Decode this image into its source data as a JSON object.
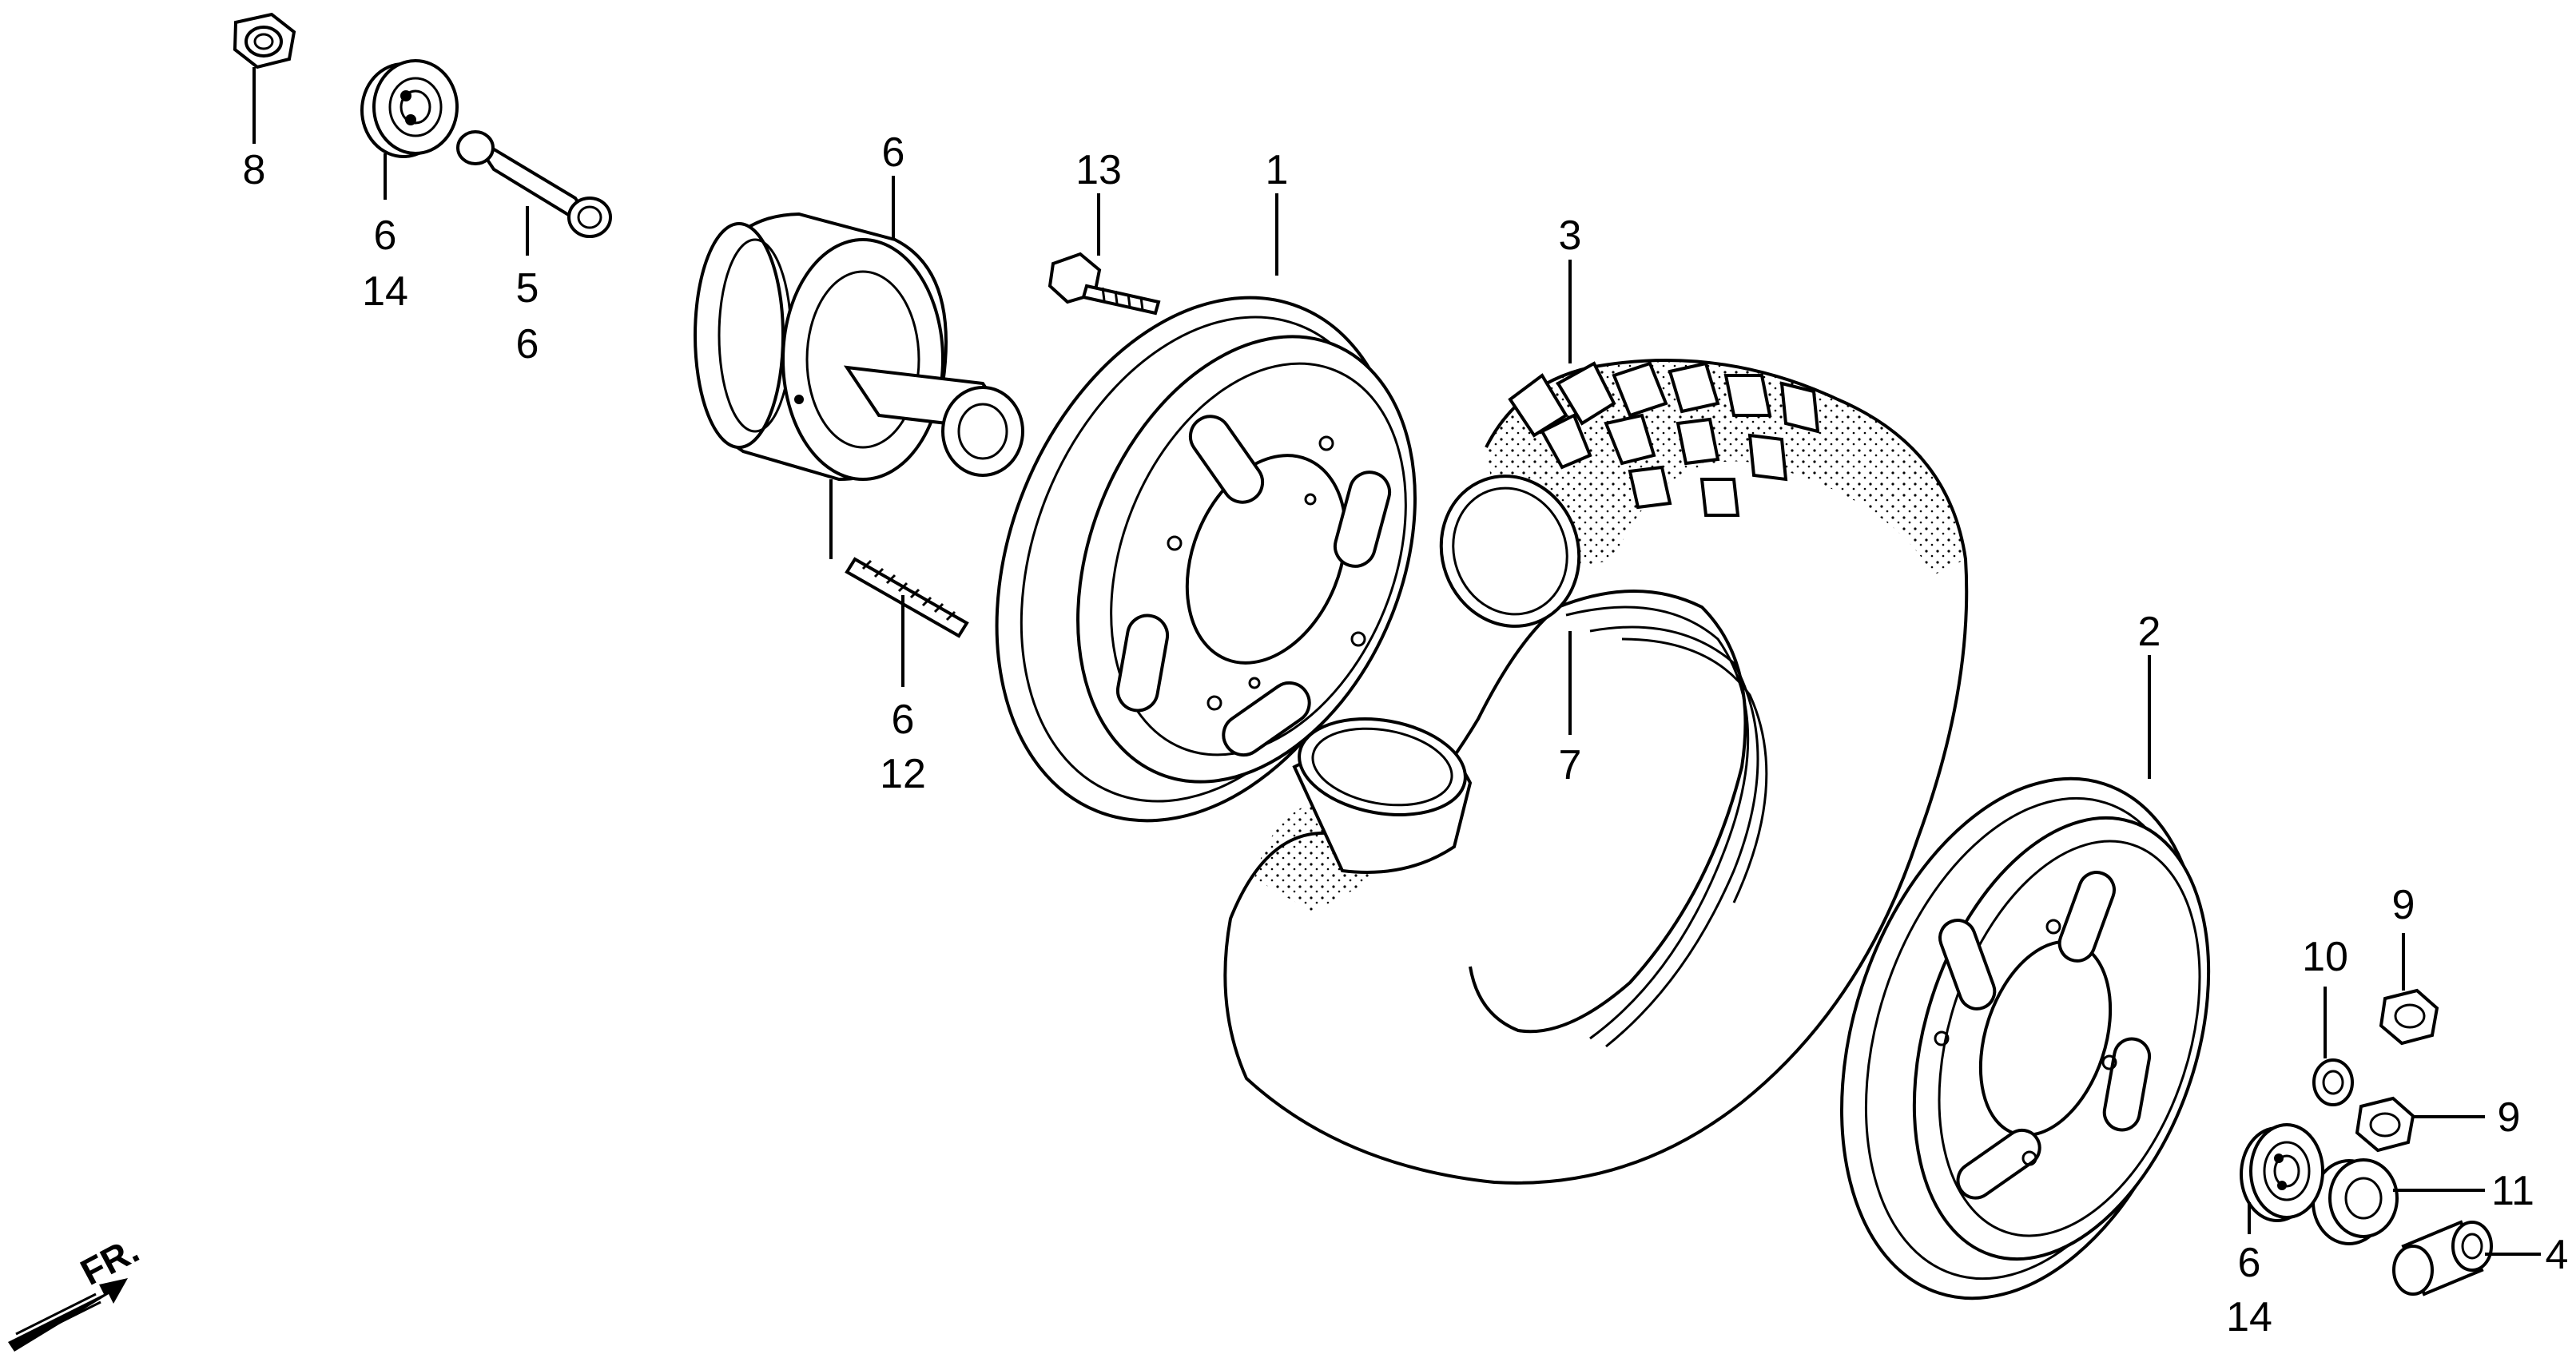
{
  "callouts": {
    "c8": "8",
    "c6a": "6",
    "c14a": "14",
    "c5": "5",
    "c6b": "6",
    "c6c": "6",
    "c13": "13",
    "c1": "1",
    "c3": "3",
    "c6d": "6",
    "c12": "12",
    "c7": "7",
    "c2": "2",
    "c9a": "9",
    "c10": "10",
    "c9b": "9",
    "c11": "11",
    "c4": "4",
    "c6e": "6",
    "c14b": "14"
  },
  "direction_indicator": "FR."
}
